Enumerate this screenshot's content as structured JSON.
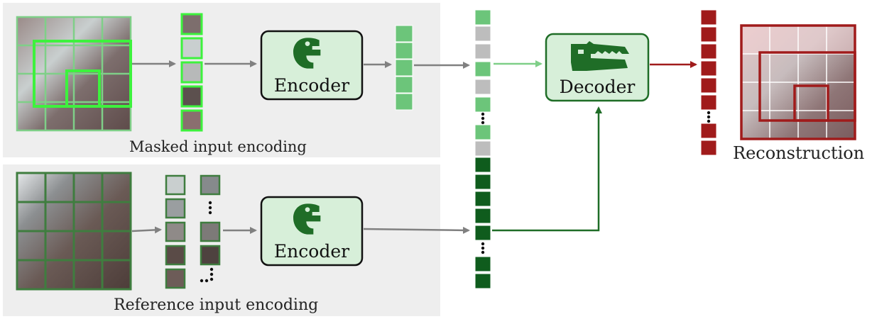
{
  "masked": {
    "caption": "Masked input encoding",
    "encoder_label": "Encoder"
  },
  "reference": {
    "caption": "Reference input encoding",
    "encoder_label": "Encoder"
  },
  "decoder": {
    "label": "Decoder"
  },
  "output": {
    "caption": "Reconstruction"
  },
  "icons": {
    "encoder": "crocodile-head-icon",
    "decoder": "crocodile-head-icon",
    "ellipsis": "vertical-ellipsis-icon"
  },
  "colors": {
    "panel": "#eeeeee",
    "mask_green": "#3df23d",
    "token_light_green": "#6cc57a",
    "token_gray": "#bdbdbd",
    "token_dark_green": "#0f5c1d",
    "token_red": "#a01b1b",
    "box_fill": "#d7efd9",
    "arrow_gray": "#808080"
  }
}
